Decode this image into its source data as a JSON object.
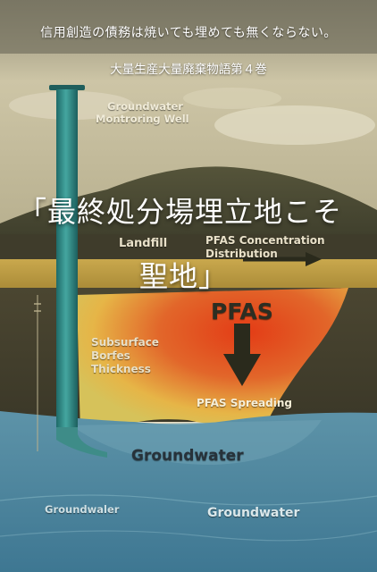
{
  "cover": {
    "tagline": "信用創造の債務は焼いても埋めても無くならない。",
    "series": "大量生産大量廃棄物語第４巻",
    "title_line1": "「最終処分場埋立地こそ",
    "title_line2": "聖地」"
  },
  "illustration": {
    "well_label_1": "Groundwater",
    "well_label_2": "Montroring Well",
    "landfill": "Landfill",
    "concentration_1": "PFAS Concentration",
    "concentration_2": "Distribution",
    "pfas": "PFAS",
    "subsurface_1": "Subsurface",
    "subsurface_2": "Borfes",
    "subsurface_3": "Thickness",
    "spreading": "PFAS Spreading",
    "groundwater_main": "Groundwater",
    "groundwater_left": "Groundwaler",
    "groundwater_right": "Groundwater"
  },
  "colors": {
    "sky": "#cfc7a8",
    "mound": "#4a4a33",
    "pfas_red": "#d8441e",
    "pfas_yellow": "#e7c24a",
    "water": "#4c86a2",
    "pipe": "#2f8a86"
  }
}
